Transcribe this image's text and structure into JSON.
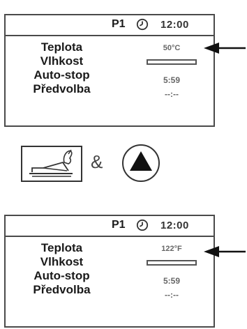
{
  "top_panel": {
    "program": "P1",
    "time": "12:00",
    "labels": [
      "Teplota",
      "Vlhkost",
      "Auto-stop",
      "Předvolba"
    ],
    "temperature": "50°C",
    "autostop": "5:59",
    "preset": "--:--"
  },
  "middle": {
    "ampersand": "&"
  },
  "bottom_panel": {
    "program": "P1",
    "time": "12:00",
    "labels": [
      "Teplota",
      "Vlhkost",
      "Auto-stop",
      "Předvolba"
    ],
    "temperature": "122°F",
    "autostop": "5:59",
    "preset": "--:--"
  },
  "icons": {
    "clock": "clock-icon",
    "plate": "hotplate-hand-icon",
    "up": "up-triangle-icon",
    "arrow": "left-arrow-icon"
  }
}
